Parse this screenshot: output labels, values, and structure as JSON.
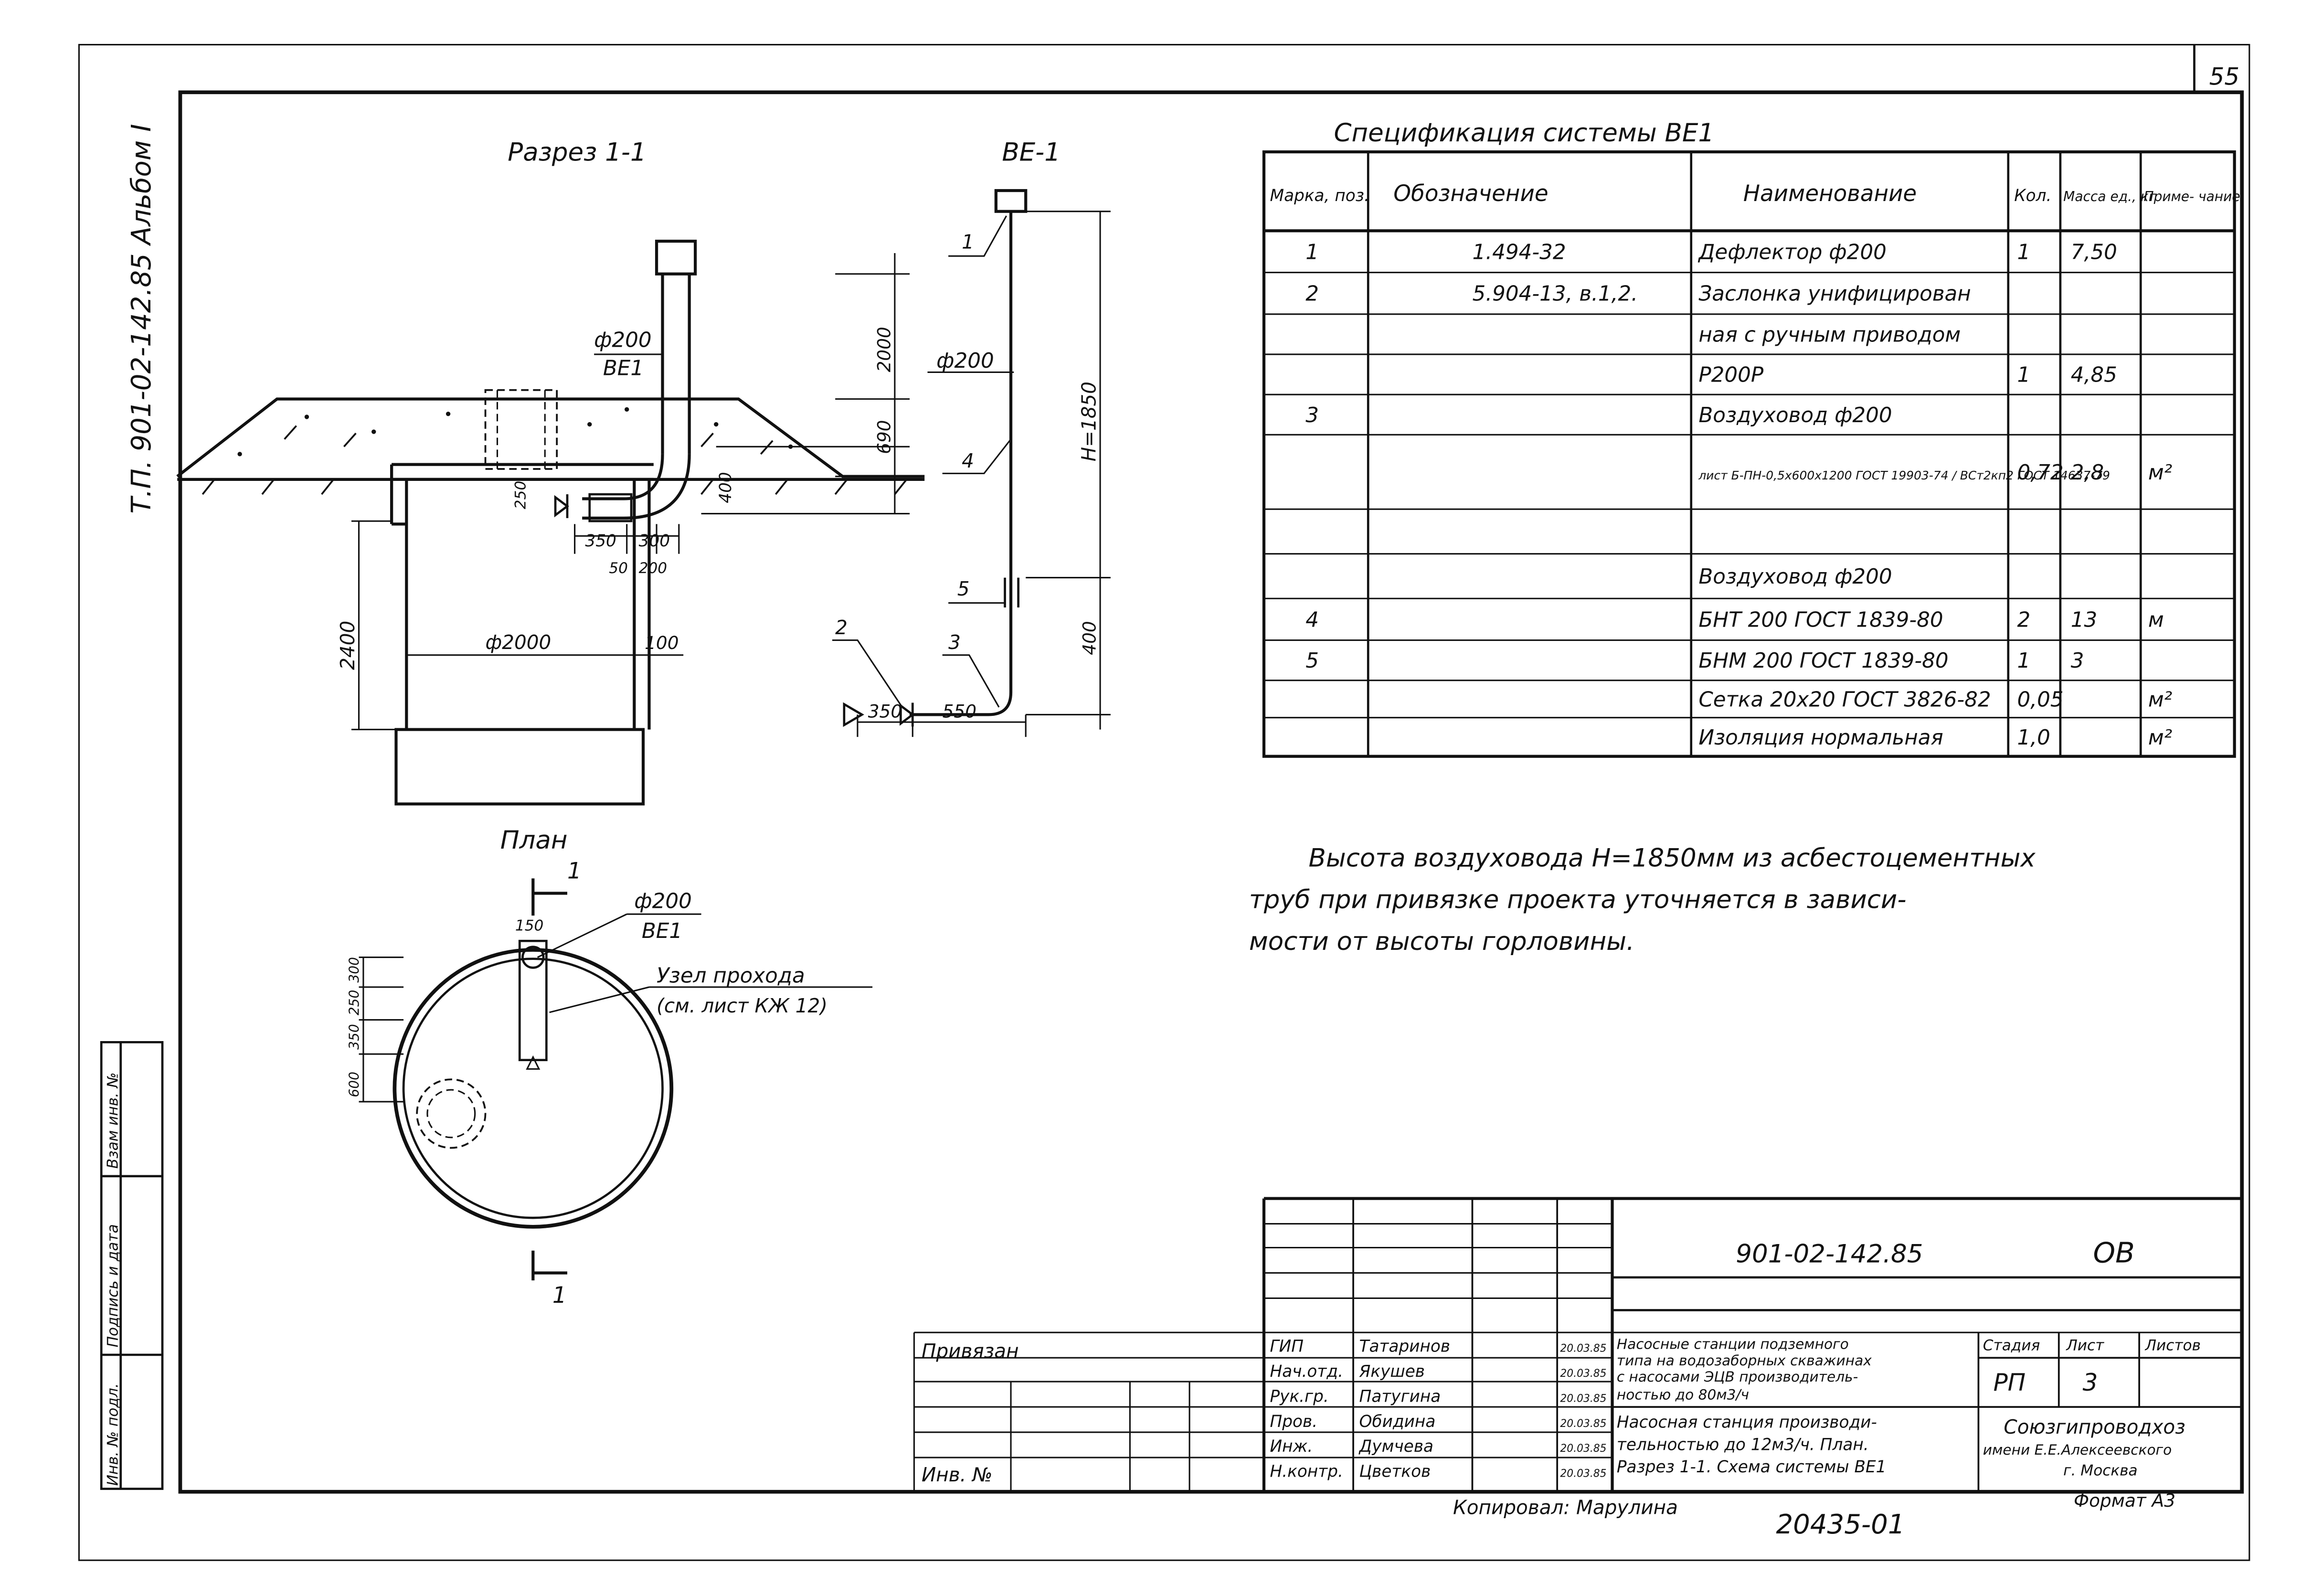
{
  "page_number": "55",
  "side_stamp": "Т.П. 901-02-142.85 Альбом I",
  "side_cells": [
    "Инв. № подл.",
    "Подпись и дата",
    "Взам инв. №"
  ],
  "section_title": "Разрез 1-1",
  "riser_title": "ВЕ-1",
  "plan_title": "План",
  "section_labels": {
    "pipe": "ф200",
    "system": "ВЕ1",
    "d2000": "2000",
    "d690": "690",
    "d400": "400",
    "d250": "250",
    "d350": "350",
    "d300": "300",
    "d50": "50",
    "d200": "200",
    "d2400": "2400",
    "dia": "ф2000",
    "d100": "100"
  },
  "riser_labels": {
    "pipe": "ф200",
    "height": "H=1850",
    "d400": "400",
    "d350": "350",
    "d550": "550",
    "pos1": "1",
    "pos2": "2",
    "pos3": "3",
    "pos4": "4",
    "pos5": "5"
  },
  "plan_labels": {
    "cut_mark": "1",
    "pipe": "ф200",
    "system": "ВЕ1",
    "d150": "150",
    "node1": "Узел прохода",
    "node2": "(см. лист КЖ 12)",
    "d300": "300",
    "d250": "250",
    "d350": "350",
    "d600": "600"
  },
  "spec": {
    "title": "Спецификация системы ВЕ1",
    "headers": [
      "Марка, поз.",
      "Обозначение",
      "Наименование",
      "Кол.",
      "Масса ед., кг",
      "Приме- чание"
    ],
    "rows": [
      [
        "1",
        "1.494-32",
        "Дефлектор ф200",
        "1",
        "7,50",
        ""
      ],
      [
        "2",
        "5.904-13, в.1,2.",
        "Заслонка унифицирован",
        "",
        "",
        ""
      ],
      [
        "",
        "",
        "ная с ручным приводом",
        "",
        "",
        ""
      ],
      [
        "",
        "",
        "Р200Р",
        "1",
        "4,85",
        ""
      ],
      [
        "3",
        "",
        "Воздуховод ф200",
        "",
        "",
        ""
      ],
      [
        "",
        "",
        "лист Б-ПН-0,5х600х1200 ГОСТ 19903-74 / ВСт2кп2 ГОСТ 14637-79",
        "0,72",
        "2,8",
        "м²"
      ],
      [
        "",
        "",
        "",
        "",
        "",
        ""
      ],
      [
        "",
        "",
        "Воздуховод ф200",
        "",
        "",
        ""
      ],
      [
        "4",
        "",
        "БНТ 200 ГОСТ 1839-80",
        "2",
        "13",
        "м"
      ],
      [
        "5",
        "",
        "БНМ 200 ГОСТ 1839-80",
        "1",
        "3",
        ""
      ],
      [
        "",
        "",
        "Сетка 20х20 ГОСТ 3826-82",
        "0,05",
        "",
        "м²"
      ],
      [
        "",
        "",
        "Изоляция нормальная",
        "1,0",
        "",
        "м²"
      ]
    ]
  },
  "note": [
    "Высота воздуховода H=1850мм из асбестоцементных",
    "труб при привязке проекта уточняется в зависи-",
    "мости от высоты горловины."
  ],
  "title_block": {
    "doc_code": "901-02-142.85",
    "mark": "ОВ",
    "project": [
      "Насосные станции подземного",
      "типа на водозаборных скважинах",
      "с насосами ЭЦВ производитель-",
      "ностью до 80м3/ч"
    ],
    "sheet_title": [
      "Насосная станция производи-",
      "тельностью до 12м3/ч. План.",
      "Разрез 1-1. Схема системы ВЕ1"
    ],
    "stage_label": "Стадия",
    "sheet_label": "Лист",
    "sheets_label": "Листов",
    "stage": "РП",
    "sheet": "3",
    "org": [
      "Союзгипроводхоз",
      "имени Е.Е.Алексеевского",
      "г. Москва"
    ],
    "people": [
      {
        "role": "ГИП",
        "name": "Татаринов",
        "date": "20.03.85"
      },
      {
        "role": "Нач.отд.",
        "name": "Якушев",
        "date": "20.03.85"
      },
      {
        "role": "Рук.гр.",
        "name": "Патугина",
        "date": "20.03.85"
      },
      {
        "role": "Пров.",
        "name": "Обидина",
        "date": "20.03.85"
      },
      {
        "role": "Инж.",
        "name": "Думчева",
        "date": "20.03.85"
      },
      {
        "role": "Н.контр.",
        "name": "Цветков",
        "date": "20.03.85"
      }
    ],
    "privyazan": "Привязан",
    "inv": "Инв. №",
    "copied": "Копировал: Марулина",
    "format": "Формат А3",
    "archive": "20435-01"
  }
}
